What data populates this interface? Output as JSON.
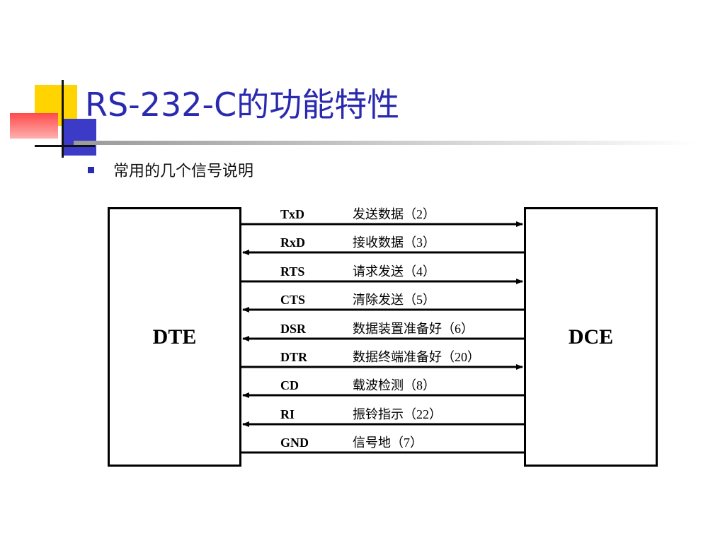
{
  "slide": {
    "title": "RS-232-C的功能特性",
    "bullet": "常用的几个信号说明"
  },
  "diagram": {
    "left_box": "DTE",
    "right_box": "DCE",
    "signals": [
      {
        "name": "TxD",
        "desc": "发送数据（2）",
        "direction": "to-dce"
      },
      {
        "name": "RxD",
        "desc": "接收数据（3）",
        "direction": "to-dte"
      },
      {
        "name": "RTS",
        "desc": "请求发送（4）",
        "direction": "to-dce"
      },
      {
        "name": "CTS",
        "desc": "清除发送（5）",
        "direction": "to-dte"
      },
      {
        "name": "DSR",
        "desc": "数据装置准备好（6）",
        "direction": "to-dte"
      },
      {
        "name": "DTR",
        "desc": "数据终端准备好（20）",
        "direction": "to-dce"
      },
      {
        "name": "CD",
        "desc": "载波检测（8）",
        "direction": "to-dte"
      },
      {
        "name": "RI",
        "desc": "振铃指示（22）",
        "direction": "to-dte"
      },
      {
        "name": "GND",
        "desc": "信号地（7）",
        "direction": "none"
      }
    ]
  }
}
